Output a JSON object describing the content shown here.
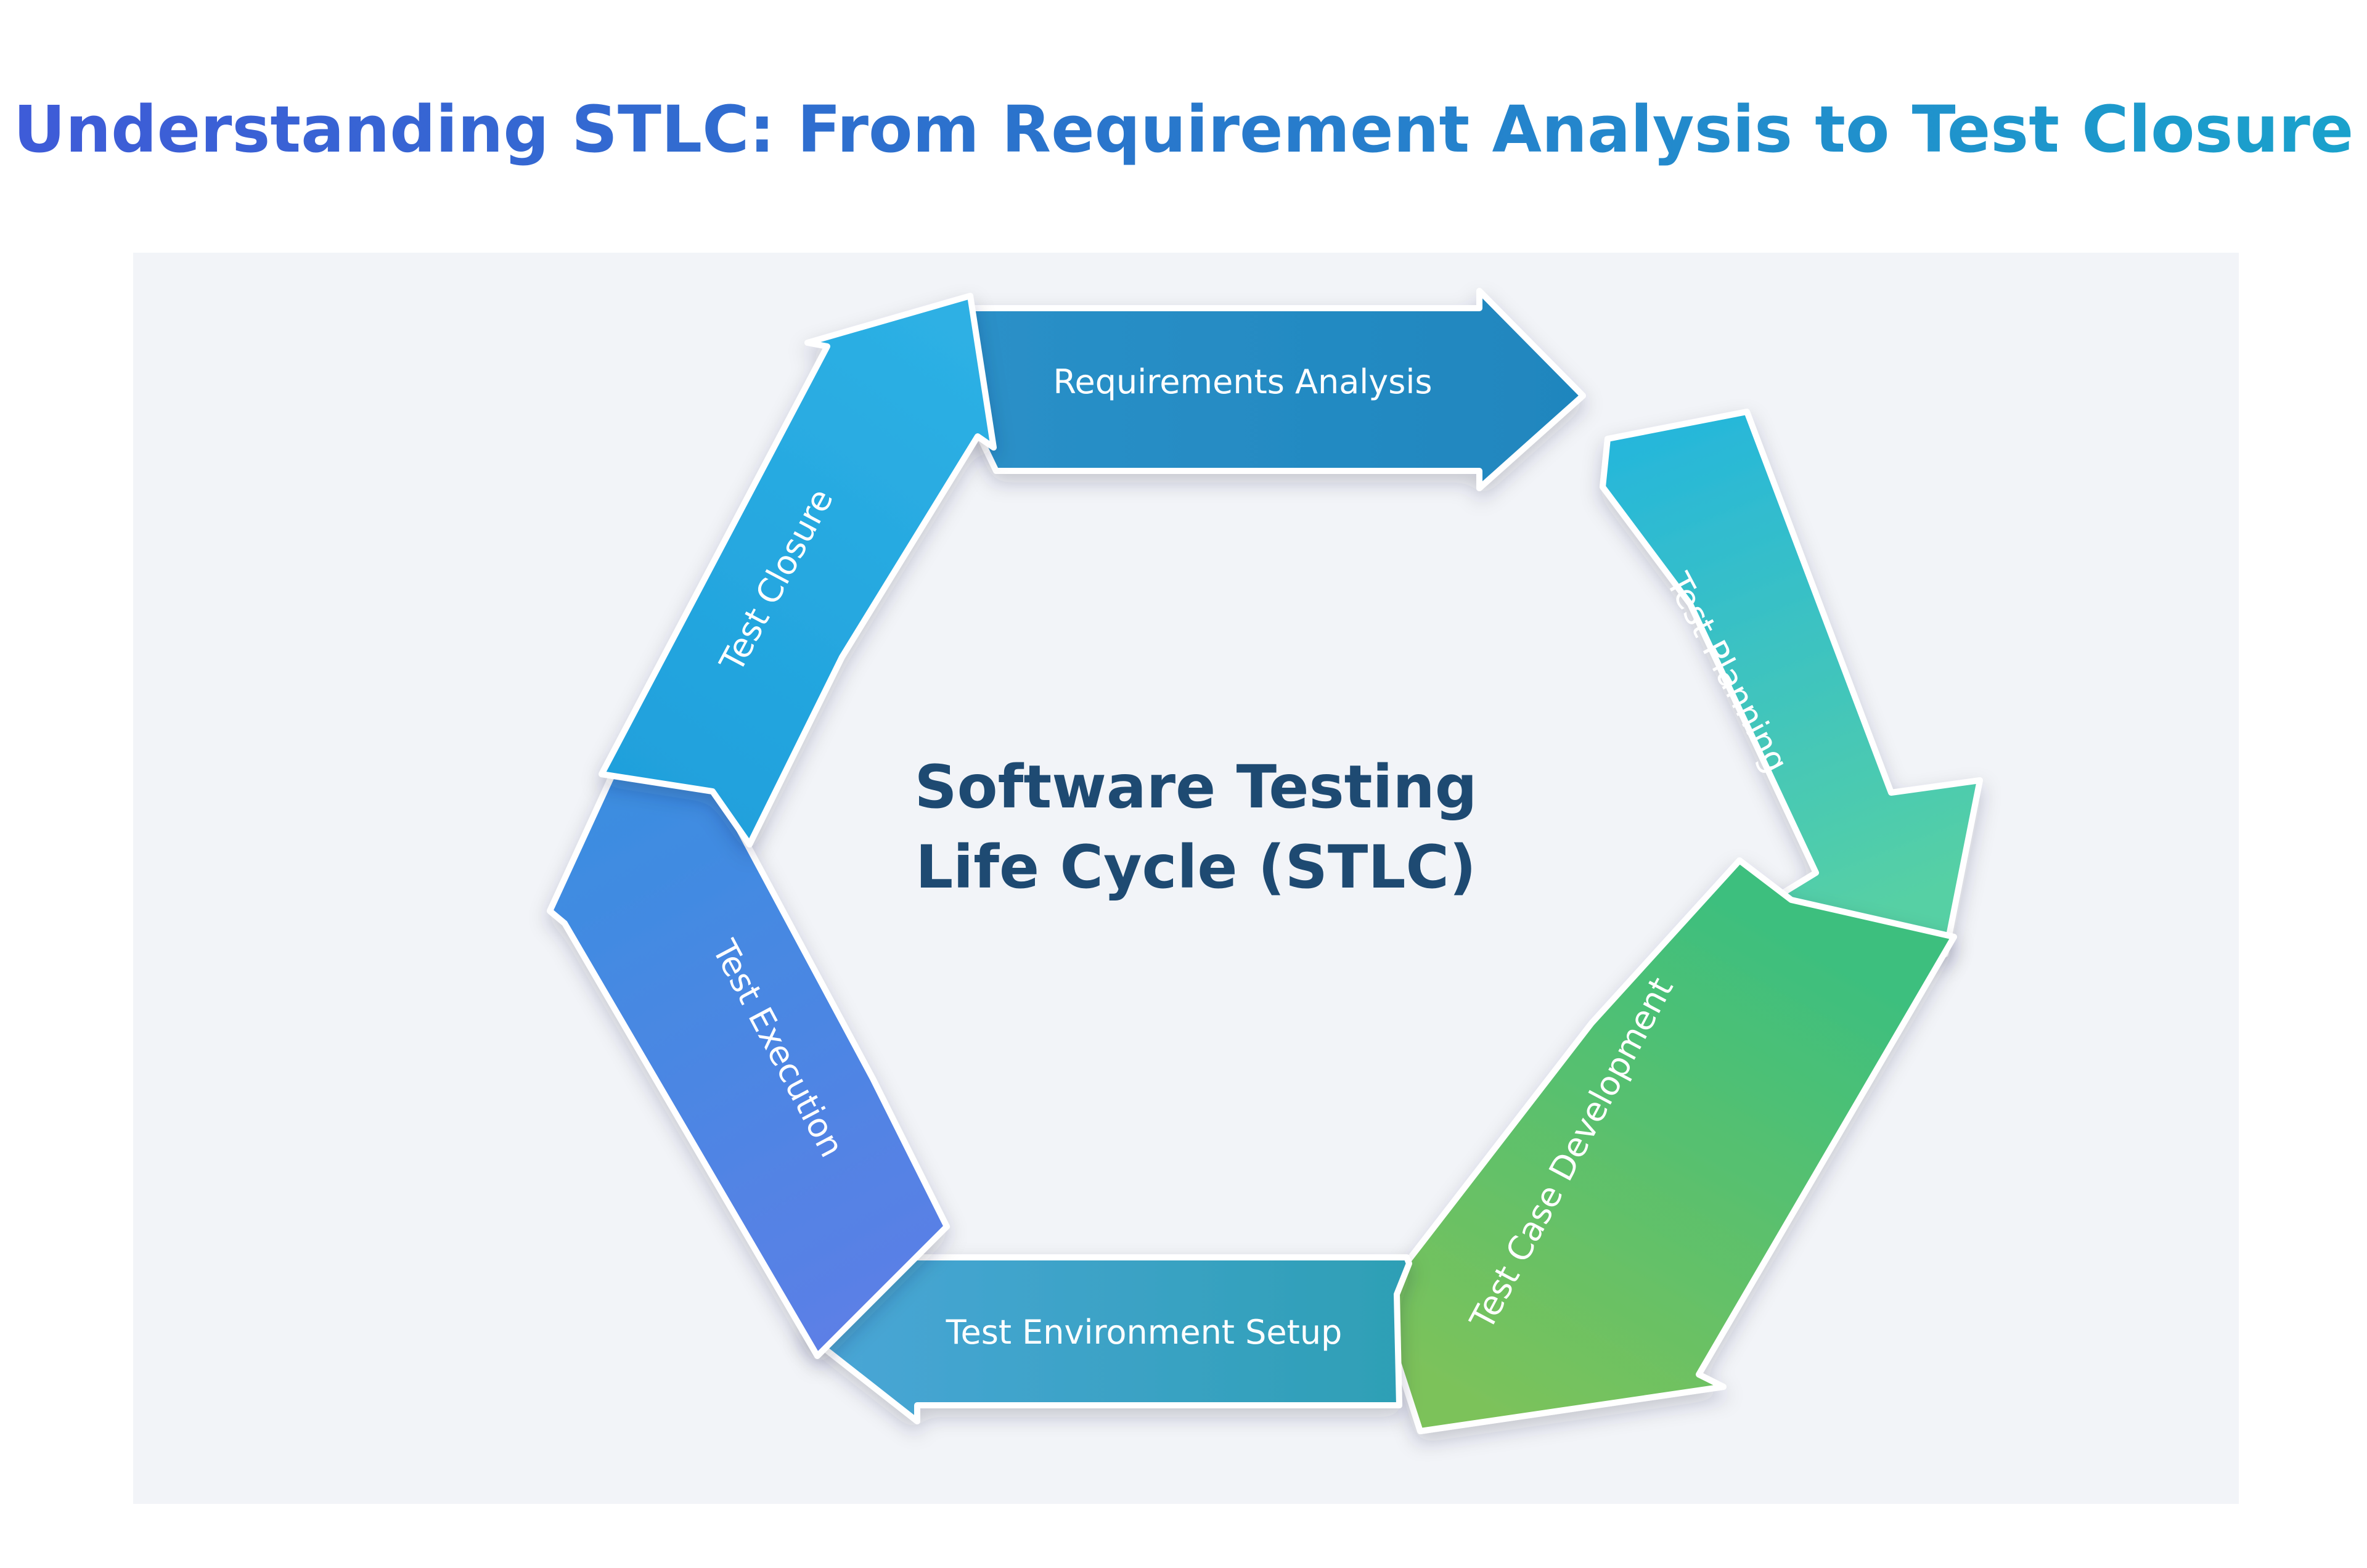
{
  "title": "Understanding STLC: From Requirement Analysis to Test Closure",
  "center": {
    "line1": "Software Testing",
    "line2": "Life Cycle (STLC)"
  },
  "steps": [
    {
      "label": "Requirements Analysis",
      "color_start": "#2a90c8",
      "color_end": "#1f86be"
    },
    {
      "label": "Test Planning",
      "color_start": "#25b6dc",
      "color_end": "#56d0a4"
    },
    {
      "label": "Test Case Development",
      "color_start": "#3dbf7e",
      "color_end": "#7cc25a"
    },
    {
      "label": "Test Environment Setup",
      "color_start": "#4aa6d8",
      "color_end": "#2d9fb4"
    },
    {
      "label": "Test Execution",
      "color_start": "#3a8ee0",
      "color_end": "#5c7fe6"
    },
    {
      "label": "Test Closure",
      "color_start": "#1fa0dc",
      "color_end": "#2db0e4"
    }
  ],
  "colors": {
    "title_start": "#3f5bd8",
    "title_end": "#1aa2cc",
    "center_text": "#1e4a72",
    "panel_background": "#f2f4f8"
  }
}
